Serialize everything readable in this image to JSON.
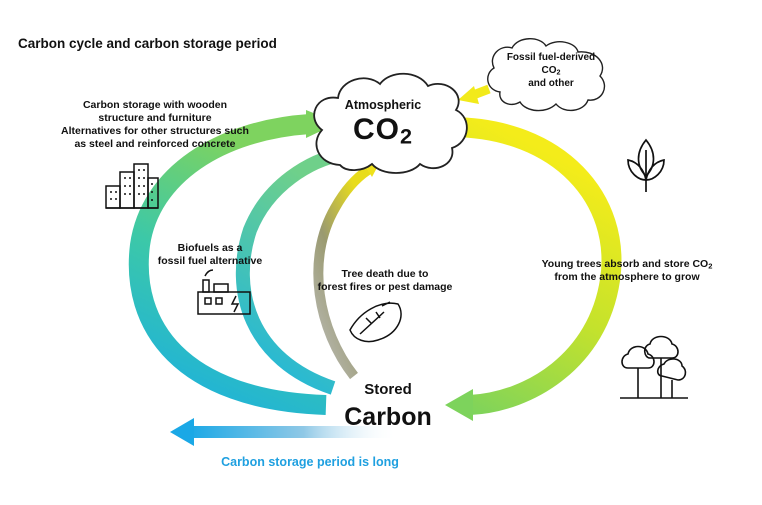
{
  "title": "Carbon cycle and carbon storage period",
  "atmosphere": {
    "label": "Atmospheric",
    "formula": "CO",
    "subscript": "2"
  },
  "fossil_cloud": {
    "line1": "Fossil fuel-derived",
    "formula": "CO",
    "subscript": "2",
    "line3": "and other"
  },
  "wood_storage": {
    "line1": "Carbon storage with wooden",
    "line2": "structure and furniture",
    "line3": "Alternatives for other structures such",
    "line4": "as steel and reinforced concrete"
  },
  "biofuels": {
    "line1": "Biofuels as a",
    "line2": "fossil fuel alternative"
  },
  "tree_death": {
    "line1": "Tree death due to",
    "line2": "forest fires or pest damage"
  },
  "young_trees": {
    "line1": "Young trees absorb and store CO",
    "subscript": "2",
    "line2": "from the atmosphere to grow"
  },
  "stored_carbon": {
    "line1": "Stored",
    "line2": "Carbon"
  },
  "storage_period": "Carbon storage period is long",
  "colors": {
    "green": "#6fcf6a",
    "blue": "#1ab0e0",
    "yellow": "#f2ea1a",
    "gray": "#a8a8a8",
    "period_text": "#1fa0e0"
  },
  "icons": [
    "city-buildings-icon",
    "factory-icon",
    "fallen-tree-icon",
    "leaf-icon",
    "forest-trees-icon",
    "cloud-icon"
  ]
}
